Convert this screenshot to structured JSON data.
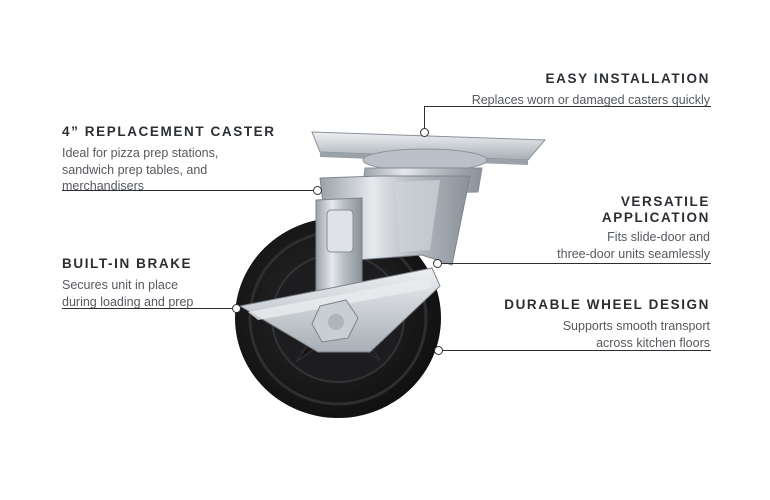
{
  "callouts": {
    "easy_installation": {
      "title": "EASY INSTALLATION",
      "lines": [
        "Replaces worn or damaged casters quickly"
      ]
    },
    "replacement_caster": {
      "title": "4” REPLACEMENT CASTER",
      "lines": [
        "Ideal for pizza prep stations,",
        "sandwich prep tables, and",
        "merchandisers"
      ]
    },
    "versatile_application": {
      "title_lines": [
        "VERSATILE",
        "APPLICATION"
      ],
      "lines": [
        "Fits slide-door and",
        "three-door units seamlessly"
      ]
    },
    "built_in_brake": {
      "title": "BUILT-IN BRAKE",
      "lines": [
        "Secures unit in place",
        "during loading and prep"
      ]
    },
    "durable_wheel": {
      "title": "DURABLE WHEEL DESIGN",
      "lines": [
        "Supports smooth transport",
        "across kitchen floors"
      ]
    }
  },
  "colors": {
    "text_dark": "#2b2f33",
    "text_body": "#55595e",
    "wheel": "#1b1b1c",
    "steel": "#c9ced3"
  }
}
